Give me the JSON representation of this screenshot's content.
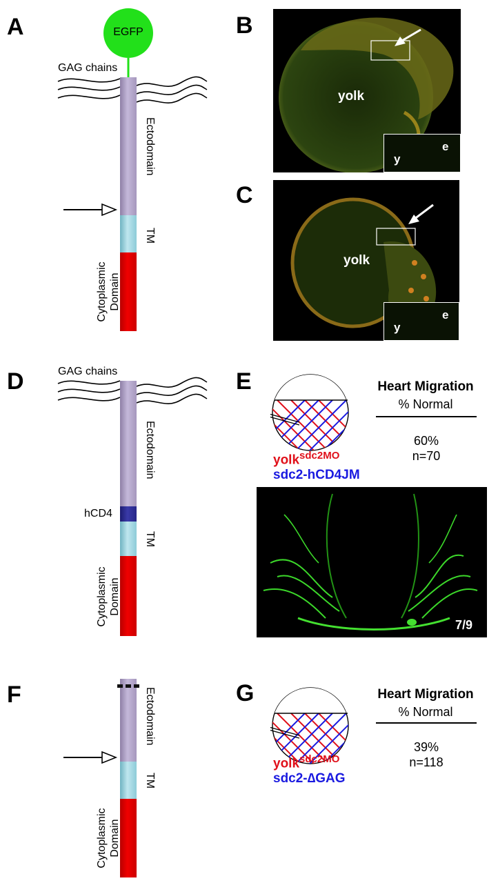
{
  "panels": {
    "A": {
      "letter": "A",
      "tag_label": "EGFP",
      "gag_label": "GAG chains",
      "ectodomain_label": "Ectodomain",
      "tm_label": "TM",
      "cyto_line1": "Cytoplasmic",
      "cyto_line2": "Domain"
    },
    "B": {
      "letter": "B",
      "yolk_label": "yolk",
      "inset_y": "y",
      "inset_e": "e"
    },
    "C": {
      "letter": "C",
      "yolk_label": "yolk",
      "inset_y": "y",
      "inset_e": "e"
    },
    "D": {
      "letter": "D",
      "gag_label": "GAG chains",
      "ectodomain_label": "Ectodomain",
      "hcd4_label": "hCD4",
      "tm_label": "TM",
      "cyto_line1": "Cytoplasmic",
      "cyto_line2": "Domain"
    },
    "E": {
      "letter": "E",
      "title": "Heart Migration",
      "subtitle": "% Normal",
      "percent": "60%",
      "n": "n=70",
      "legend_yolk": "yolk",
      "legend_yolk_sup": "sdc2MO",
      "legend_construct": "sdc2-hCD4JM",
      "image_count": "7/9"
    },
    "F": {
      "letter": "F",
      "ectodomain_label": "Ectodomain",
      "tm_label": "TM",
      "cyto_line1": "Cytoplasmic",
      "cyto_line2": "Domain"
    },
    "G": {
      "letter": "G",
      "title": "Heart Migration",
      "subtitle": "% Normal",
      "percent": "39%",
      "n": "n=118",
      "legend_yolk": "yolk",
      "legend_yolk_sup": "sdc2MO",
      "legend_construct": "sdc2-∆GAG"
    }
  },
  "colors": {
    "egfp": "#22e01a",
    "ectodomain": "#b7a9cf",
    "tm": "#a9dce6",
    "cytoplasmic": "#e00000",
    "hcd4": "#2a2a90",
    "yolk_legend": "#e0101a",
    "construct_legend": "#1a1ae0"
  }
}
